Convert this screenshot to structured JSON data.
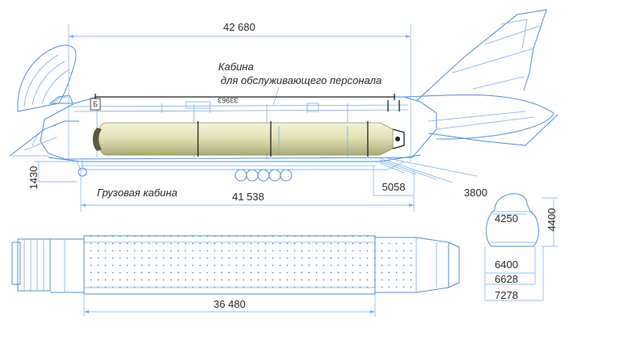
{
  "labels": {
    "crew_cabin_line1": "Кабина",
    "crew_cabin_line2": "для обслуживающего персонала",
    "cargo_cabin": "Грузовая кабина"
  },
  "dimensions": {
    "overall_length": "42 680",
    "cargo_length": "41 538",
    "rear_section": "5058",
    "ground_clearance": "1430",
    "module_length": "33963",
    "tail_mark": "Б",
    "cabin_mark": "Б",
    "floor_length": "36 480",
    "section_width_top": "3800",
    "section_inner": "4250",
    "section_height": "4400",
    "width_6400": "6400",
    "width_6628": "6628",
    "width_7278": "7278"
  },
  "colors": {
    "outline": "#4f8fd6",
    "cargo_fill": "#e6e6c8",
    "cargo_shade": "#b8b88a",
    "floor_fill": "#eaf4fd"
  }
}
